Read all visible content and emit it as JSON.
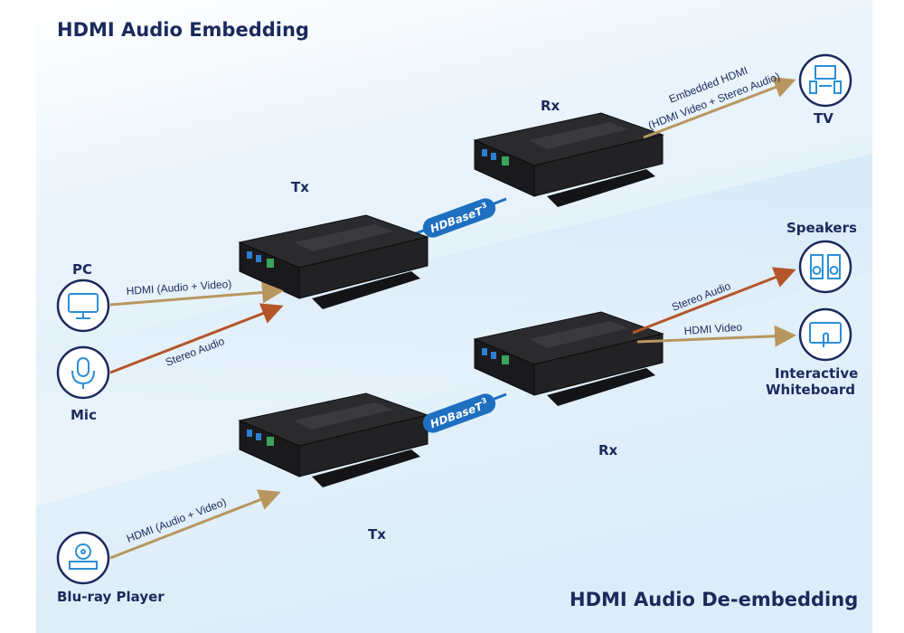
{
  "titles": {
    "top": "HDMI Audio Embedding",
    "bottom": "HDMI Audio De-embedding"
  },
  "embedding": {
    "tx_label": "Tx",
    "rx_label": "Rx",
    "link": {
      "label": "HDBaseT",
      "sup": "3"
    },
    "sources": [
      {
        "label": "PC",
        "icon": "monitor-icon"
      },
      {
        "label": "Mic",
        "icon": "microphone-icon"
      }
    ],
    "sink": {
      "label": "TV",
      "icon": "tv-speakers-icon"
    },
    "arrows": {
      "pc": "HDMI (Audio + Video)",
      "mic": "Stereo Audio",
      "tv_line1": "Embedded HDMI",
      "tv_line2": "(HDMI Video + Stereo Audio)"
    }
  },
  "deembedding": {
    "tx_label": "Tx",
    "rx_label": "Rx",
    "link": {
      "label": "HDBaseT",
      "sup": "3"
    },
    "source": {
      "label": "Blu-ray Player",
      "icon": "bluray-player-icon"
    },
    "sinks": [
      {
        "label": "Speakers",
        "icon": "speakers-icon"
      },
      {
        "label_line1": "Interactive",
        "label_line2": "Whiteboard",
        "icon": "whiteboard-touch-icon"
      }
    ],
    "arrows": {
      "bluray": "HDMI (Audio + Video)",
      "speakers": "Stereo Audio",
      "whiteboard": "HDMI Video"
    }
  },
  "colors": {
    "title": "#1b2a5c",
    "hdmi_arrow": "#b89660",
    "audio_arrow": "#b4562a",
    "hdbaset": "#1f6fc0",
    "icon": "#2b8fd8"
  }
}
